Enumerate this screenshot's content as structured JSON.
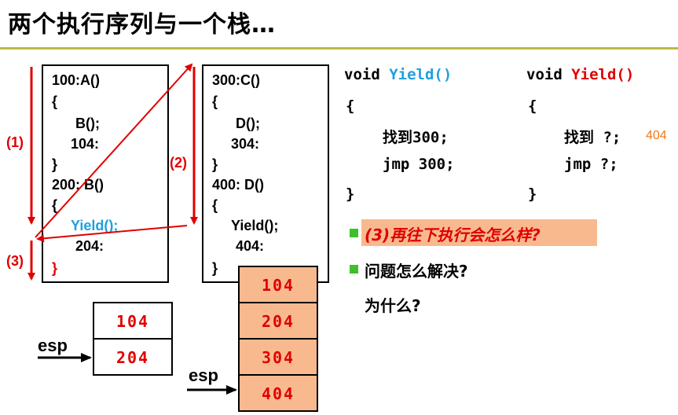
{
  "title": "两个执行序列与一个栈…",
  "left_code": [
    "100:A()",
    "{",
    "B();",
    "104:",
    "}",
    "200: B()",
    "{",
    "Yield();",
    "204:",
    "}"
  ],
  "middle_code": [
    "300:C()",
    "{",
    "D();",
    "304:",
    "}",
    "400: D()",
    "{",
    "Yield();",
    "404:",
    "}"
  ],
  "labels": {
    "l1": "(1)",
    "l2": "(2)",
    "l3": "(3)"
  },
  "stack_left": [
    "104",
    "204"
  ],
  "stack_right": [
    "104",
    "204",
    "304",
    "404"
  ],
  "esp": "esp",
  "yield_blue": {
    "void": "void ",
    "name": "Yield()",
    "open": "{",
    "line1": "找到300;",
    "line2": "jmp 300;",
    "close": "}"
  },
  "yield_red": {
    "void": "void ",
    "name": "Yield()",
    "open": "{",
    "line1": "找到 ?;",
    "note": "404",
    "line2": "jmp ?;",
    "close": "}"
  },
  "bullets": {
    "b1": "(3)再往下执行会怎么样?",
    "b2": "问题怎么解决?",
    "b3": "为什么?"
  },
  "colors": {
    "accent_red": "#e00000",
    "accent_blue": "#1fa0dd",
    "stack_fill": "#f9b98f",
    "bullet_green": "#3fbf2c",
    "rule": "#b9bb3f",
    "note_orange": "#f07a1a"
  }
}
